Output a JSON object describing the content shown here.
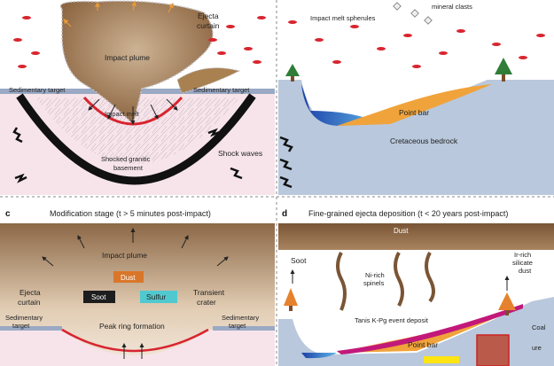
{
  "panel_a": {
    "labels": {
      "ejecta": "Ejecta",
      "curtain": "curtain",
      "impact_plume": "Impact plume",
      "sed_target_left": "Sedimentary target",
      "sed_target_right": "Sedimentary target",
      "impact_melt": "Impact melt",
      "shocked_1": "Shocked granitic",
      "shocked_2": "basement",
      "shock_waves": "Shock waves"
    }
  },
  "panel_b": {
    "labels": {
      "mineral_clasts": "mineral clasts",
      "melt_spherules": "Impact melt spherules",
      "point_bar": "Point bar",
      "bedrock": "Cretaceous bedrock"
    }
  },
  "panel_c": {
    "letter": "c",
    "title": "Modification stage (t > 5 minutes post-impact)",
    "labels": {
      "impact_plume": "Impact plume",
      "dust": "Dust",
      "soot": "Soot",
      "sulfur": "Sulfur",
      "ejecta": "Ejecta",
      "curtain": "curtain",
      "transient": "Transient",
      "crater": "crater",
      "peak_ring": "Peak ring formation",
      "sed_left_1": "Sedimentary",
      "sed_left_2": "target",
      "sed_right_1": "Sedimentary",
      "sed_right_2": "target"
    }
  },
  "panel_d": {
    "letter": "d",
    "title": "Fine-grained ejecta deposition (t < 20 years post-impact)",
    "labels": {
      "dust": "Dust",
      "soot": "Soot",
      "ir_1": "Ir-rich",
      "ir_2": "silicate",
      "ir_3": "dust",
      "ni_1": "Ni-rich",
      "ni_2": "spinels",
      "tanis": "Tanis K-Pg event deposit",
      "point_bar": "Point bar",
      "coal": "Coal",
      "core": "ure"
    }
  },
  "colors": {
    "pink_bg": "#f6e4ea",
    "plume_brown": "#a07a54",
    "melt_red": "#d8252f",
    "sky_blue": "#b9c8dc",
    "point_bar": "#f0a33a",
    "dust_orange": "#d9762a",
    "sulfur": "#4fc9cf",
    "tanis_magenta": "#c2187a"
  }
}
